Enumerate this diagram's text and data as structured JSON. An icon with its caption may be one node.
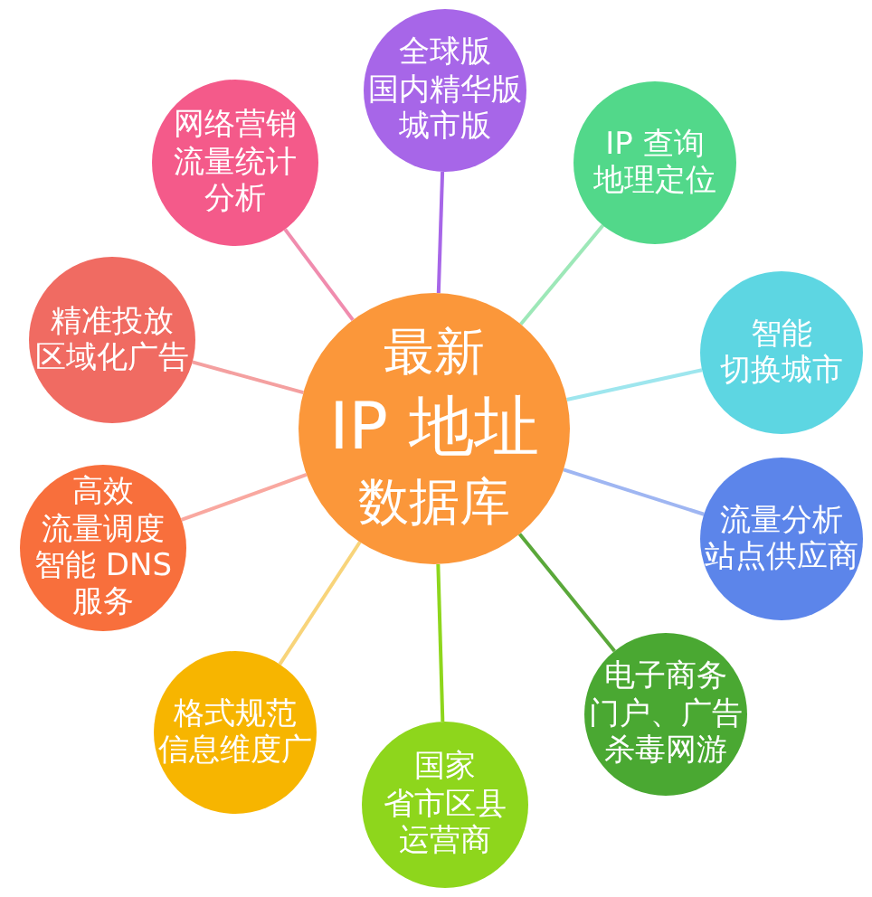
{
  "diagram": {
    "nodes": [
      {
        "text": [
          "最新",
          "IP 地址",
          "数据库"
        ]
      },
      {
        "text": [
          "全球版",
          "国内精华版",
          "城市版"
        ]
      },
      {
        "text": [
          "IP 查询",
          "地理定位"
        ]
      },
      {
        "text": [
          "智能",
          "切换城市"
        ]
      },
      {
        "text": [
          "流量分析",
          "站点供应商"
        ]
      },
      {
        "text": [
          "电子商务",
          "门户、广告",
          "杀毒网游"
        ]
      },
      {
        "text": [
          "国家",
          "省市区县",
          "运营商"
        ]
      },
      {
        "text": [
          "格式规范",
          "信息维度广"
        ]
      },
      {
        "text": [
          "高效",
          "流量调度",
          "智能 DNS",
          "服务"
        ]
      },
      {
        "text": [
          "精准投放",
          "区域化广告"
        ]
      },
      {
        "text": [
          "网络营销",
          "流量统计",
          "分析"
        ]
      }
    ],
    "edges": [
      {
        "from": 0,
        "to": 1,
        "arrow": "none",
        "color": "#a766e8"
      },
      {
        "from": 0,
        "to": 2,
        "arrow": "none",
        "color": "#9de8b8"
      },
      {
        "from": 0,
        "to": 3,
        "arrow": "none",
        "color": "#9ee6ee"
      },
      {
        "from": 0,
        "to": 4,
        "arrow": "none",
        "color": "#9fb6f2"
      },
      {
        "from": 0,
        "to": 5,
        "arrow": "none",
        "color": "#5aa83a"
      },
      {
        "from": 0,
        "to": 6,
        "arrow": "none",
        "color": "#8ed61c"
      },
      {
        "from": 0,
        "to": 7,
        "arrow": "none",
        "color": "#f8d47a"
      },
      {
        "from": 0,
        "to": 8,
        "arrow": "none",
        "color": "#f9a8a0"
      },
      {
        "from": 0,
        "to": 9,
        "arrow": "none",
        "color": "#f4a0a0"
      },
      {
        "from": 0,
        "to": 10,
        "arrow": "none",
        "color": "#f08cae"
      }
    ]
  }
}
